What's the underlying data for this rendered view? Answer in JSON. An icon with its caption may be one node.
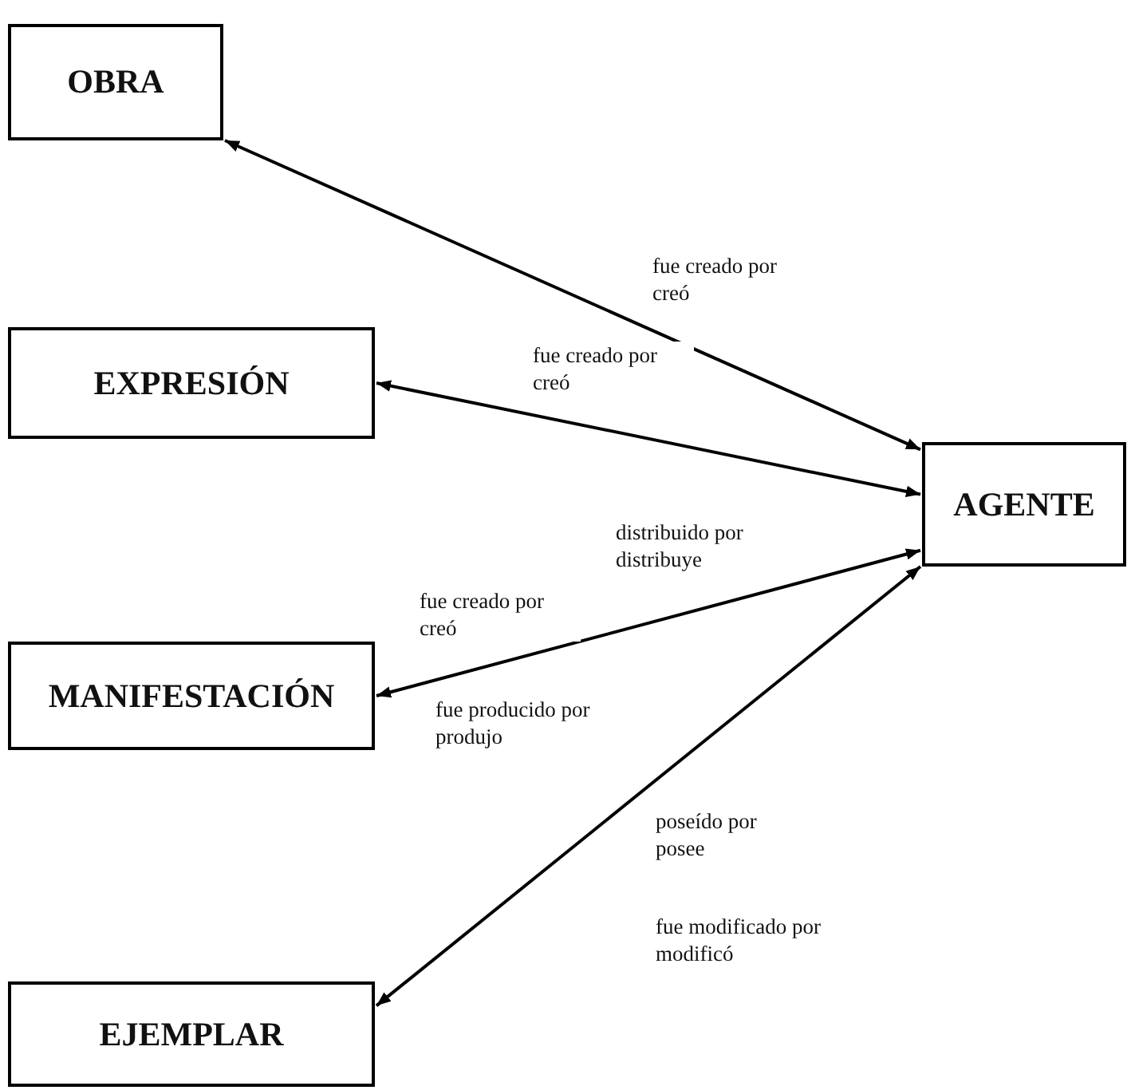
{
  "diagram": {
    "nodes": [
      {
        "text": [
          "OBRA"
        ]
      },
      {
        "text": [
          "EXPRESIÓN"
        ]
      },
      {
        "text": [
          "MANIFESTACIÓN"
        ]
      },
      {
        "text": [
          "EJEMPLAR"
        ]
      },
      {
        "text": [
          "AGENTE"
        ]
      }
    ],
    "edges": [
      {
        "from": 0,
        "to": 4,
        "arrow": "both",
        "label": "fue creado por creó"
      },
      {
        "from": 1,
        "to": 4,
        "arrow": "both",
        "label": "fue creado por creó"
      },
      {
        "from": 2,
        "to": 4,
        "arrow": "both"
      },
      {
        "from": 3,
        "to": 4,
        "arrow": "both"
      }
    ],
    "labels": [
      "distribuido por distribuye",
      "fue creado por creó",
      "fue producido por produjo",
      "poseído por posee",
      "fue modificado por modificó"
    ]
  }
}
